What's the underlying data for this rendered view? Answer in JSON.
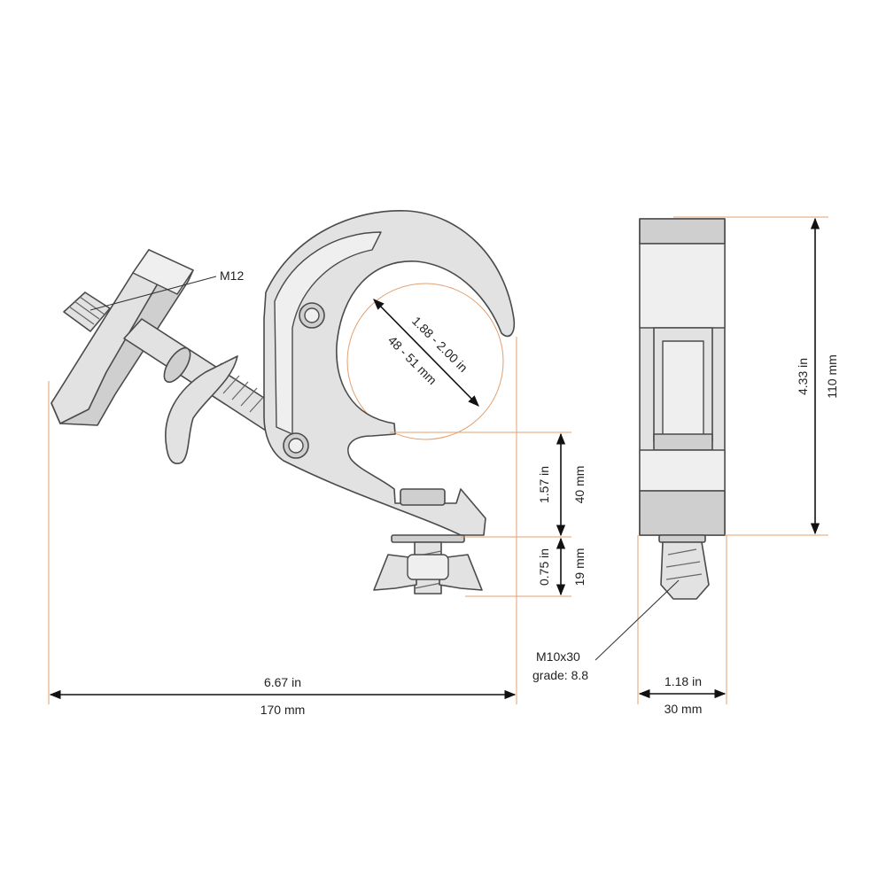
{
  "labels": {
    "thread_knob": "M12",
    "tube_in": "1.88 - 2.00 in",
    "tube_mm": "48 - 51 mm",
    "jaw_in": "1.57 in",
    "jaw_mm": "40 mm",
    "bolt_in": "0.75 in",
    "bolt_mm": "19 mm",
    "length_in": "6.67 in",
    "length_mm": "170 mm",
    "height_in": "4.33 in",
    "height_mm": "110 mm",
    "width_in": "1.18 in",
    "width_mm": "30 mm",
    "bolt_spec": "M10x30",
    "bolt_grade": "grade: 8.8"
  },
  "colors": {
    "extension_line": "#e3a06f",
    "dimension_line": "#111111",
    "part_fill": "#e2e2e2",
    "part_stroke": "#4a4a4a"
  }
}
